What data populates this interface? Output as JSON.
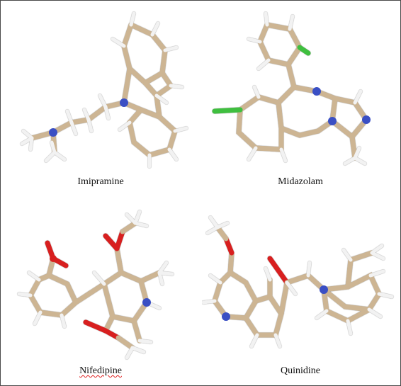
{
  "figure": {
    "molecules": [
      {
        "id": "imipramine",
        "label": "Imipramine"
      },
      {
        "id": "midazolam",
        "label": "Midazolam"
      },
      {
        "id": "nifedipine",
        "label": "Nifedipine"
      },
      {
        "id": "quinidine",
        "label": "Quinidine"
      }
    ]
  },
  "colors": {
    "carbon": "#cdb593",
    "hydrogen": "#f2f2f2",
    "nitrogen": "#3a4fc4",
    "oxygen": "#d81f1f",
    "chlorine": "#3fbf3f",
    "border": "#4a4a4a"
  }
}
